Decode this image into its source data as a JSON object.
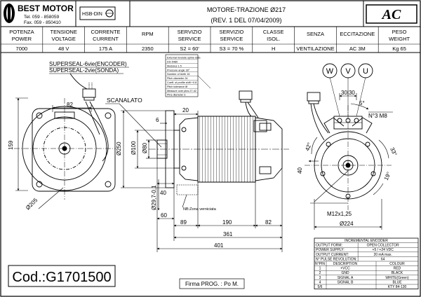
{
  "header": {
    "company": "BEST MOTOR",
    "tel": "Tel. 059 - 858059",
    "fax": "Fax. 059 - 850410",
    "standard": "HSB-DIN",
    "title": "MOTORE-TRAZIONE Ø217",
    "revision": "(REV. 1 DEL 07/04/2009)",
    "badge": "AC"
  },
  "spec_table": {
    "columns": [
      {
        "header": [
          "POTENZA",
          "POWER"
        ],
        "value": "7000"
      },
      {
        "header": [
          "TENSIONE",
          "VOLTAGE"
        ],
        "value": "48 V"
      },
      {
        "header": [
          "CORRENTE",
          "CURRENT"
        ],
        "value": "175 A"
      },
      {
        "header": [
          "RPM"
        ],
        "value": "2350"
      },
      {
        "header": [
          "SERVIZIO",
          "SERVICE"
        ],
        "value": "S2 = 60'"
      },
      {
        "header": [
          "SERVIZIO",
          "SERVICE"
        ],
        "value": "S3 = 70 %"
      },
      {
        "header": [
          "CLASSE",
          "ISOL."
        ],
        "value": "H"
      },
      {
        "header": [
          "SENZA"
        ],
        "value": "VENTILAZIONE"
      },
      {
        "header": [
          "ECCITAZIONE"
        ],
        "value": "AC 3M"
      },
      {
        "header": [
          "PESO",
          "WEIGHT"
        ],
        "value": "Kg 65"
      }
    ]
  },
  "labels": {
    "superseal_encoder": "SUPERSEAL-6vie(ENCODER)",
    "superseal_sonda": "SUPERSEAL-2vie(SONDA)",
    "scanalato": "SCANALATO",
    "zone_note": "NB:Zona verniciata",
    "code": "Cod.:G1701500",
    "signature": "Firma PROG. : Po M."
  },
  "spline_table": {
    "rows": [
      "External involute spline data",
      "Din 5480",
      "Modulus 1.5",
      "Pressure angle 30°",
      "Number of teeth 16",
      "Pitch diameter 24",
      "Coeff. of profile shift +0.8",
      "Pitch tolerance 8f",
      "Measure over pins 27.42",
      "Pins diameter 3"
    ]
  },
  "dimensions": {
    "left_82": "82",
    "left_159": "159",
    "left_phi205": "Ø205",
    "side_6": "6",
    "side_20": "20",
    "side_phi250": "Ø250",
    "side_phi100": "Ø100",
    "side_phi80": "Ø80",
    "side_phi29": "Ø29,7-0,1",
    "side_40": "40",
    "side_60": "60",
    "side_89": "89",
    "side_190": "190",
    "side_82": "82",
    "side_361": "361",
    "side_401": "401",
    "right_3030": "30|30",
    "right_5deg": "5°",
    "right_n3m8": "N°3 M8",
    "right_42deg": "42°",
    "right_33deg": "33°",
    "right_19deg": "19°",
    "right_40": "40",
    "right_m12": "M12x1,25",
    "right_phi224": "Ø224"
  },
  "terminals": [
    "W",
    "V",
    "U"
  ],
  "encoder_table": {
    "title": "INCREMENTAL ENCODER",
    "rows": [
      [
        "OUTPUT FORM:",
        "OPEN COLLECTOR"
      ],
      [
        "POWER SUPPLY:",
        "+5 / +24 VDC"
      ],
      [
        "OUTPUT CURRENT:",
        "20 mA max."
      ],
      [
        "N° PULSE REVOLUTION:",
        "64"
      ]
    ],
    "headers": [
      "N°PIN",
      "DESCRIPTION",
      "COLOUR"
    ],
    "pins": [
      [
        "1",
        "+VCC",
        "RED"
      ],
      [
        "2",
        "GND",
        "BLACK"
      ],
      [
        "3",
        "SIGNAL A",
        "WHITE(Green)"
      ],
      [
        "4",
        "SIGNAL B",
        "BLUE"
      ],
      [
        "5/6",
        "",
        "KTY 84-130"
      ]
    ]
  }
}
